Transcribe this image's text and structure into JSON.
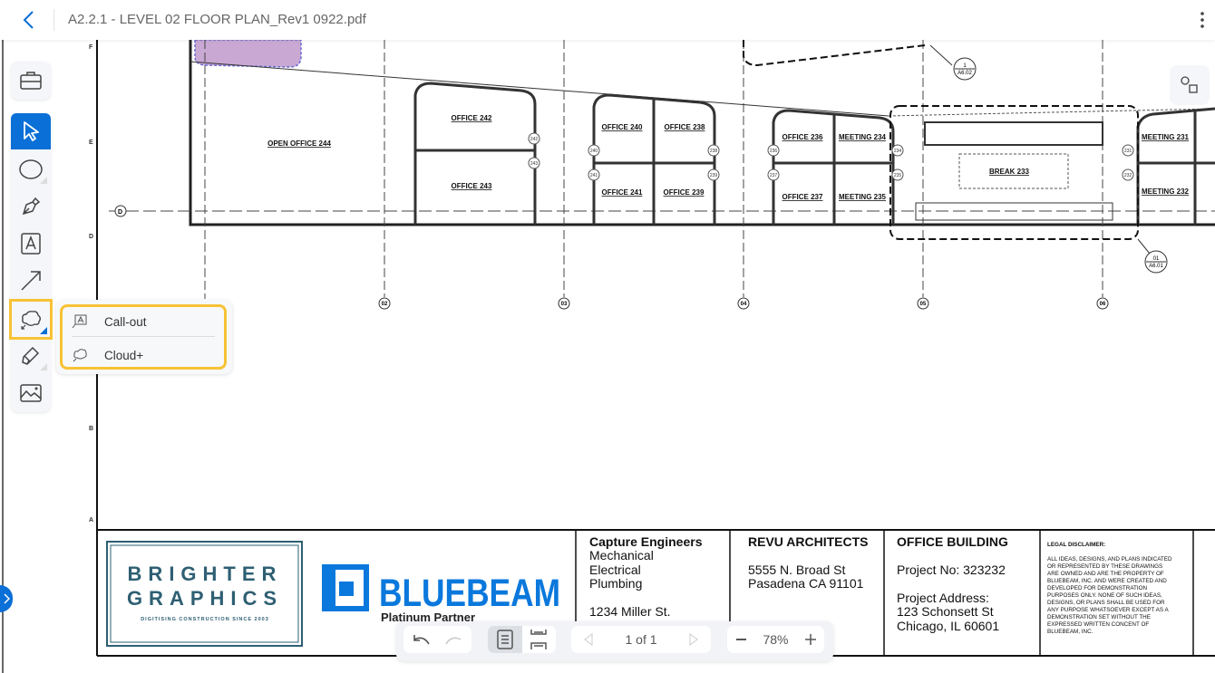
{
  "header": {
    "title": "A2.2.1 - LEVEL 02 FLOOR PLAN_Rev1 0922.pdf",
    "back_icon": "chevron-left-icon",
    "menu_icon": "kebab-icon"
  },
  "toolbar": {
    "tools": [
      "briefcase",
      "select",
      "ellipse",
      "pen",
      "text",
      "arrow",
      "cloud",
      "highlighter",
      "image"
    ],
    "active": "select",
    "highlighted": "cloud"
  },
  "popup": {
    "items": [
      {
        "label": "Call-out",
        "icon": "callout-icon"
      },
      {
        "label": "Cloud+",
        "icon": "cloud-plus-icon"
      }
    ]
  },
  "drawing": {
    "row_labels": [
      "F",
      "E",
      "D",
      "B",
      "A"
    ],
    "grid_labels": [
      "02",
      "03",
      "04",
      "05",
      "06"
    ],
    "grid_row": "D",
    "rooms": [
      "OPEN OFFICE  244",
      "OFFICE  242",
      "OFFICE  243",
      "OFFICE  240",
      "OFFICE  238",
      "OFFICE  241",
      "OFFICE  239",
      "OFFICE  236",
      "MEETING  234",
      "OFFICE  237",
      "MEETING  235",
      "BREAK  233",
      "MEETING  231",
      "MEETING  232"
    ],
    "doors": [
      "242",
      "243",
      "240",
      "238",
      "241",
      "239",
      "236",
      "234",
      "237",
      "235",
      "231",
      "232"
    ],
    "section_refs": [
      {
        "num": "1",
        "sheet": "A6.02"
      },
      {
        "num": "01",
        "sheet": "A6.01"
      }
    ]
  },
  "title_block": {
    "logo1": {
      "line1": "BRIGHTER",
      "line2": "GRAPHICS",
      "tagline": "DIGITISING CONSTRUCTION SINCE 2003"
    },
    "logo2": {
      "name": "BLUEBEAM",
      "sub": "Platinum Partner"
    },
    "engineer": {
      "name": "Capture Engineers",
      "lines": [
        "Mechanical",
        "Electrical",
        "Plumbing"
      ],
      "address": "1234 Miller St."
    },
    "architect": {
      "name": "REVU ARCHITECTS",
      "line1": "5555 N. Broad St",
      "line2": "Pasadena CA 91101"
    },
    "project": {
      "name": "OFFICE BUILDING",
      "number": "Project No: 323232",
      "addr_label": "Project Address:",
      "addr1": "123 Schonsett St",
      "addr2": "Chicago, IL 60601"
    },
    "disclaimer": {
      "title": "LEGAL DISCLAIMER:",
      "lines": [
        "ALL IDEAS, DESIGNS, AND PLANS INDICATED",
        "OR REPRESENTED BY THESE DRAWINGS",
        "ARE OWNED AND ARE THE PROPERTY OF",
        "BLUEBEAM, INC. AND WERE CREATED AND",
        "DEVELOPED FOR DEMONSTRATION",
        "PURPOSES ONLY. NONE OF SUCH IDEAS,",
        "DESIGNS, OR PLANS SHALL BE USED FOR",
        "ANY PURPOSE WHATSOEVER EXCEPT AS A",
        "DEMONSTRATION SET WITHOUT THE",
        "EXPRESSED WRITTEN CONCENT OF",
        "BLUEBEAM, INC."
      ]
    }
  },
  "nav": {
    "page": "1 of 1",
    "zoom": "78%"
  },
  "colors": {
    "accent": "#0a6fd6",
    "highlight": "#f8c235",
    "logo1": "#2e5f73",
    "cloud_fill": "#c9a9d4"
  }
}
